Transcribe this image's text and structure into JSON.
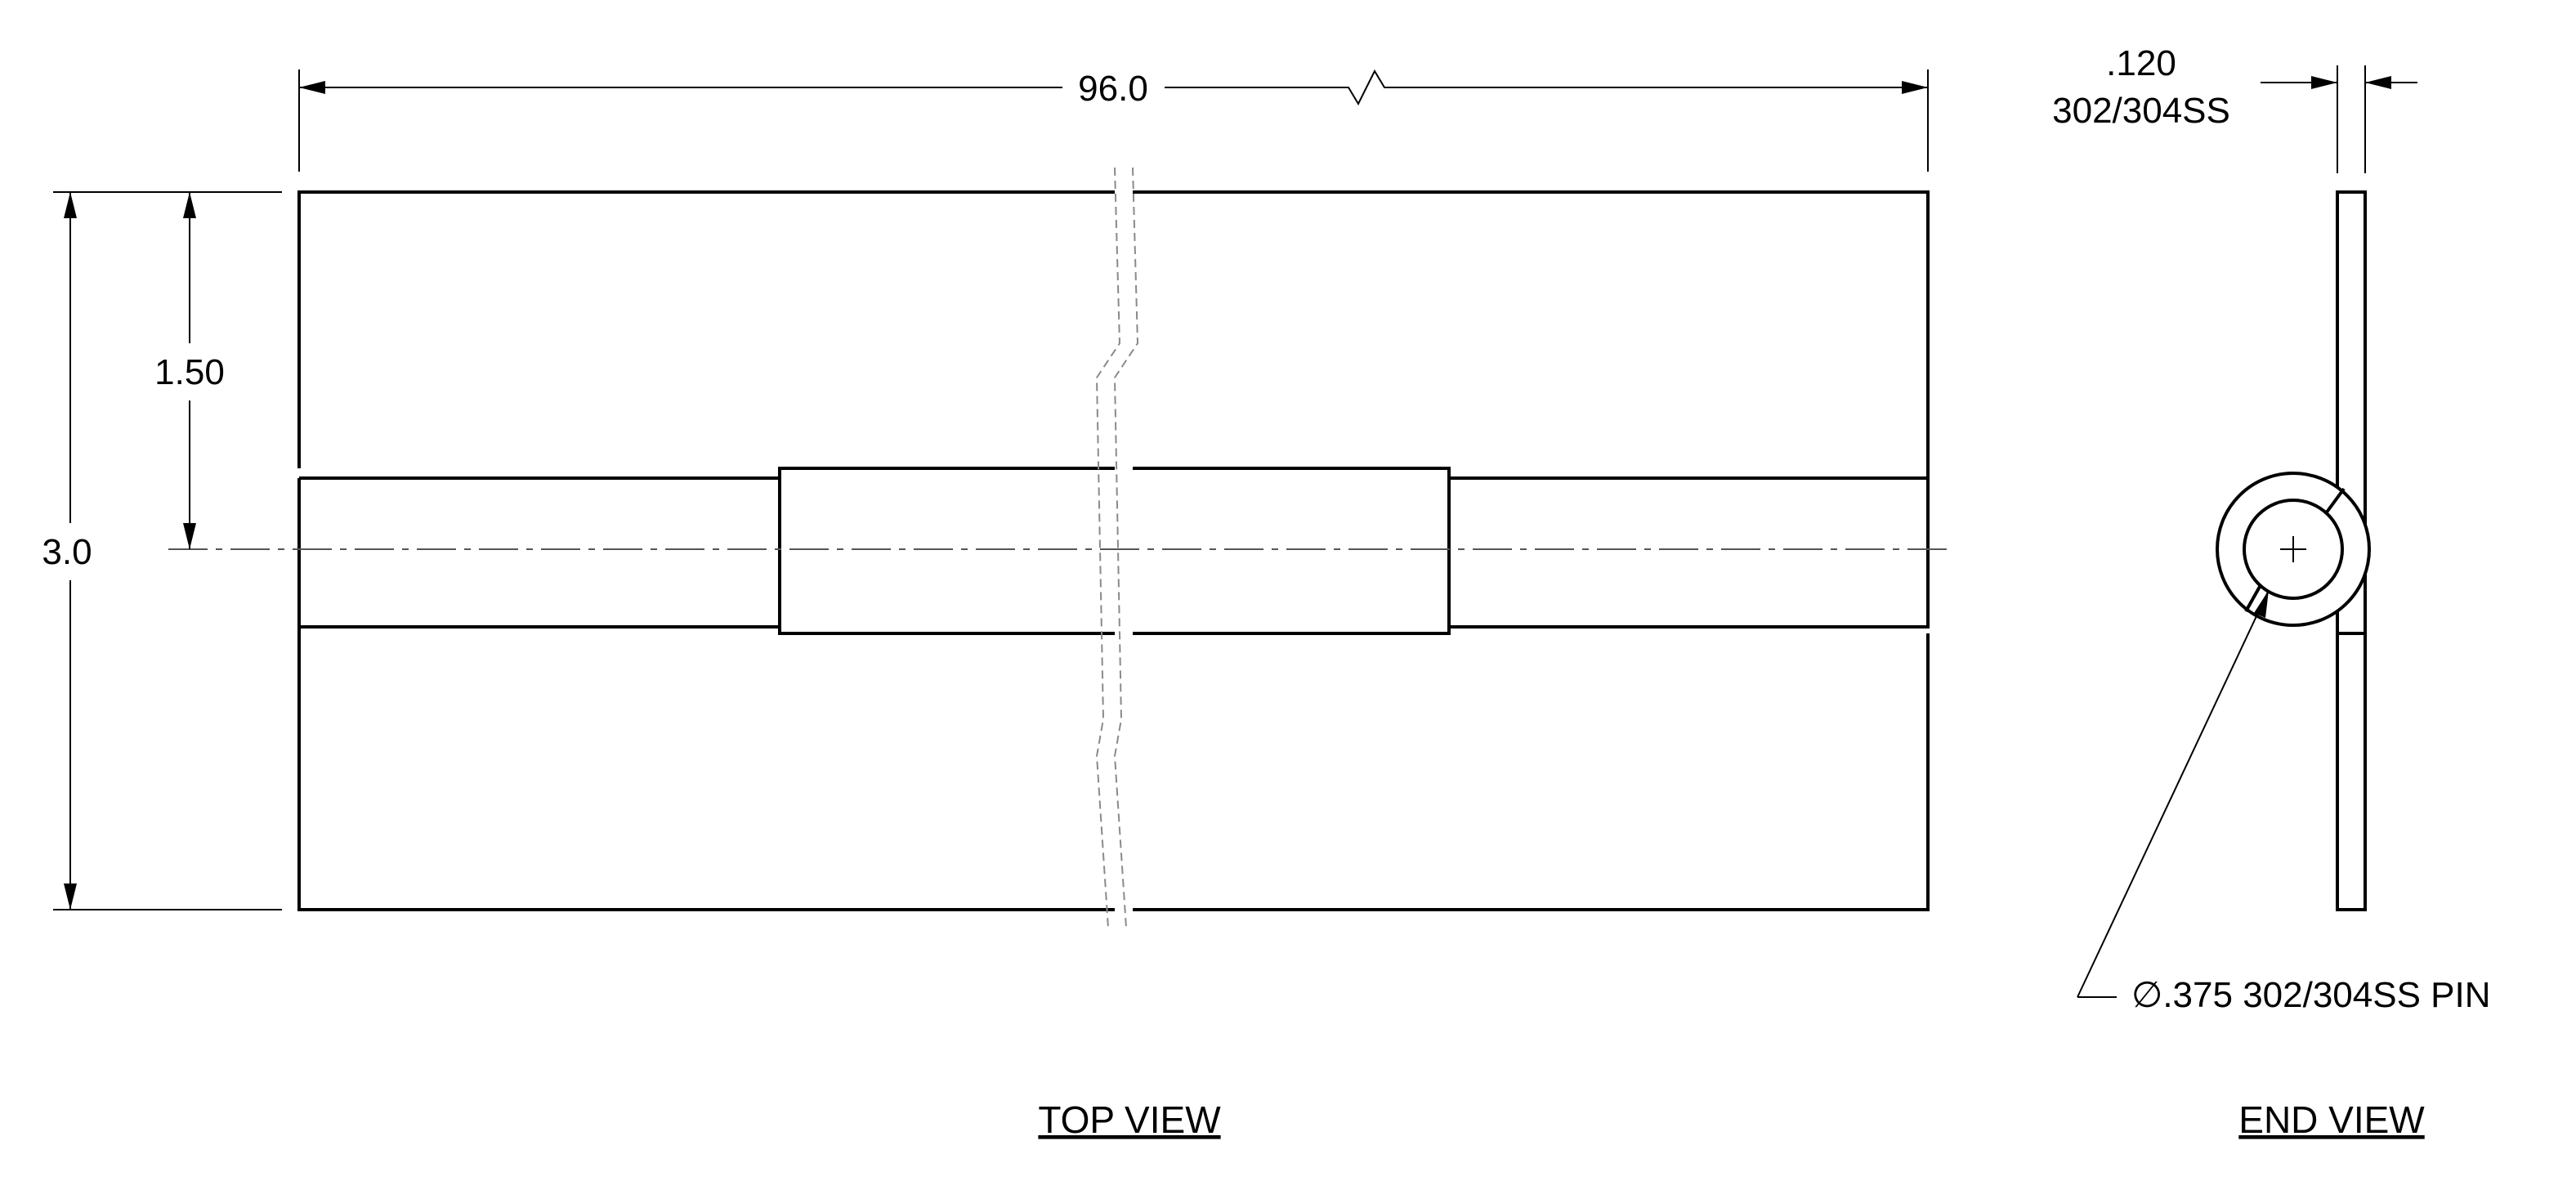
{
  "views": {
    "top": {
      "title": "TOP VIEW",
      "dims": {
        "length": "96.0",
        "width": "3.0",
        "half_width": "1.50"
      }
    },
    "end": {
      "title": "END VIEW",
      "thickness": ".120",
      "material": "302/304SS",
      "pin_note": "∅.375 302/304SS PIN"
    }
  }
}
